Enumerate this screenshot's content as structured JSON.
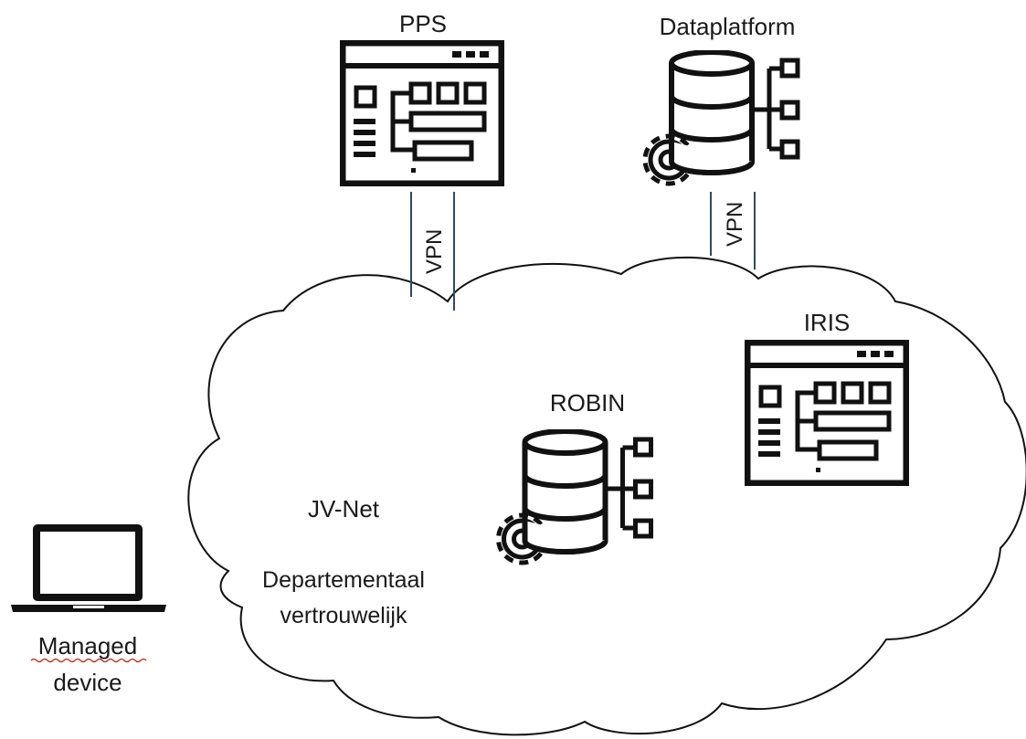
{
  "nodes": {
    "pps": {
      "label": "PPS",
      "icon": "web-app-icon"
    },
    "dataplatform": {
      "label": "Dataplatform",
      "icon": "database-settings-icon"
    },
    "iris": {
      "label": "IRIS",
      "icon": "web-app-icon"
    },
    "robin": {
      "label": "ROBIN",
      "icon": "database-settings-icon"
    },
    "device": {
      "label_line1": "Managed",
      "label_line2": "device",
      "icon": "laptop-icon"
    }
  },
  "network": {
    "name": "JV-Net",
    "classification_line1": "Departementaal",
    "classification_line2": "vertrouwelijk"
  },
  "links": {
    "pps_vpn": "VPN",
    "dataplatform_vpn": "VPN"
  },
  "colors": {
    "stroke": "#111111",
    "vpn_line": "#2f4a5e",
    "spellcheck_underline": "#c0392b"
  }
}
